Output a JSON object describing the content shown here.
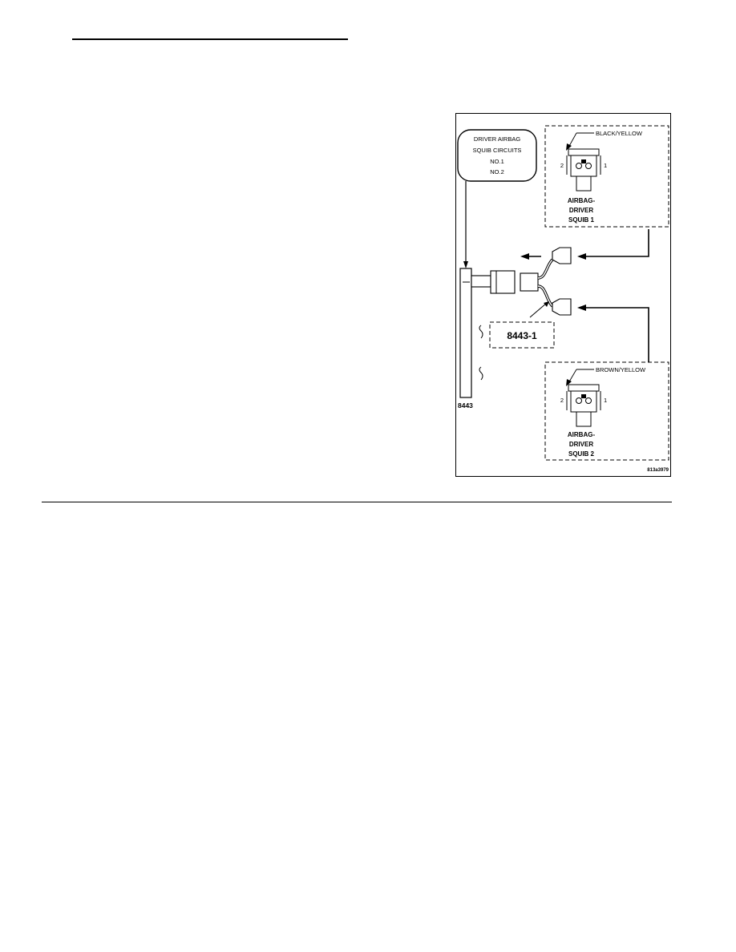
{
  "figure": {
    "callout_line1": "DRIVER AIRBAG",
    "callout_line2": "SQUIB CIRCUITS",
    "callout_line3": "NO.1",
    "callout_line4": "NO.2",
    "squib1": {
      "wire_color": "BLACK/YELLOW",
      "pin_left": "2",
      "pin_right": "1",
      "label_line1": "AIRBAG-",
      "label_line2": "DRIVER",
      "label_line3": "SQUIB 1"
    },
    "squib2": {
      "wire_color": "BROWN/YELLOW",
      "pin_left": "2",
      "pin_right": "1",
      "label_line1": "AIRBAG-",
      "label_line2": "DRIVER",
      "label_line3": "SQUIB 2"
    },
    "adapter_label": "8443-1",
    "tool_label": "8443",
    "figure_id": "813a3979"
  }
}
